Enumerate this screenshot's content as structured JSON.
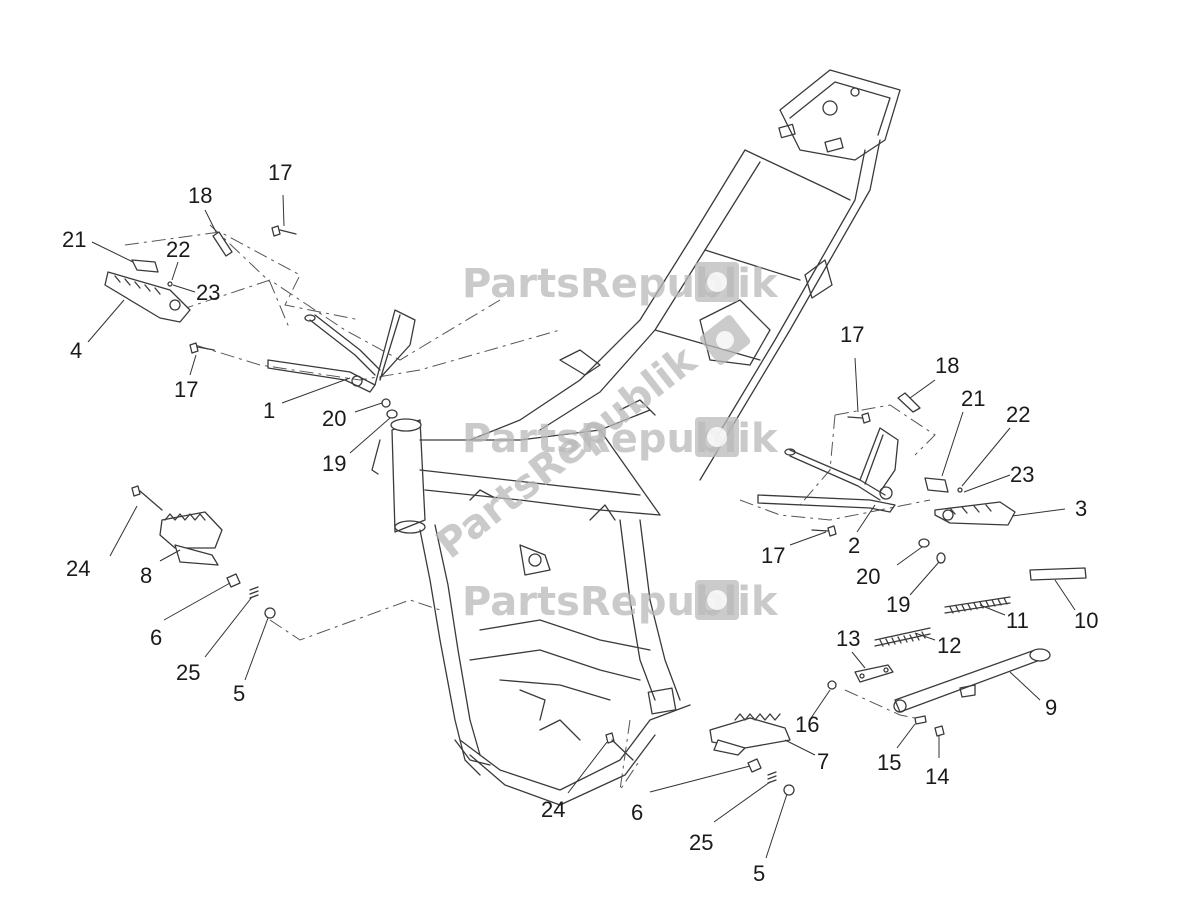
{
  "watermark": {
    "text": "PartsRepublik"
  },
  "callouts": [
    {
      "id": "c1",
      "label": "1"
    },
    {
      "id": "c2",
      "label": "2"
    },
    {
      "id": "c3",
      "label": "3"
    },
    {
      "id": "c4",
      "label": "4"
    },
    {
      "id": "c5a",
      "label": "5"
    },
    {
      "id": "c5b",
      "label": "5"
    },
    {
      "id": "c6a",
      "label": "6"
    },
    {
      "id": "c6b",
      "label": "6"
    },
    {
      "id": "c7",
      "label": "7"
    },
    {
      "id": "c8",
      "label": "8"
    },
    {
      "id": "c9",
      "label": "9"
    },
    {
      "id": "c10",
      "label": "10"
    },
    {
      "id": "c11",
      "label": "11"
    },
    {
      "id": "c12",
      "label": "12"
    },
    {
      "id": "c13",
      "label": "13"
    },
    {
      "id": "c14",
      "label": "14"
    },
    {
      "id": "c15",
      "label": "15"
    },
    {
      "id": "c16",
      "label": "16"
    },
    {
      "id": "c17a",
      "label": "17"
    },
    {
      "id": "c17b",
      "label": "17"
    },
    {
      "id": "c17c",
      "label": "17"
    },
    {
      "id": "c17d",
      "label": "17"
    },
    {
      "id": "c18a",
      "label": "18"
    },
    {
      "id": "c18b",
      "label": "18"
    },
    {
      "id": "c19a",
      "label": "19"
    },
    {
      "id": "c19b",
      "label": "19"
    },
    {
      "id": "c20a",
      "label": "20"
    },
    {
      "id": "c20b",
      "label": "20"
    },
    {
      "id": "c21a",
      "label": "21"
    },
    {
      "id": "c21b",
      "label": "21"
    },
    {
      "id": "c22a",
      "label": "22"
    },
    {
      "id": "c22b",
      "label": "22"
    },
    {
      "id": "c23a",
      "label": "23"
    },
    {
      "id": "c23b",
      "label": "23"
    },
    {
      "id": "c24a",
      "label": "24"
    },
    {
      "id": "c24b",
      "label": "24"
    },
    {
      "id": "c25a",
      "label": "25"
    },
    {
      "id": "c25b",
      "label": "25"
    }
  ]
}
